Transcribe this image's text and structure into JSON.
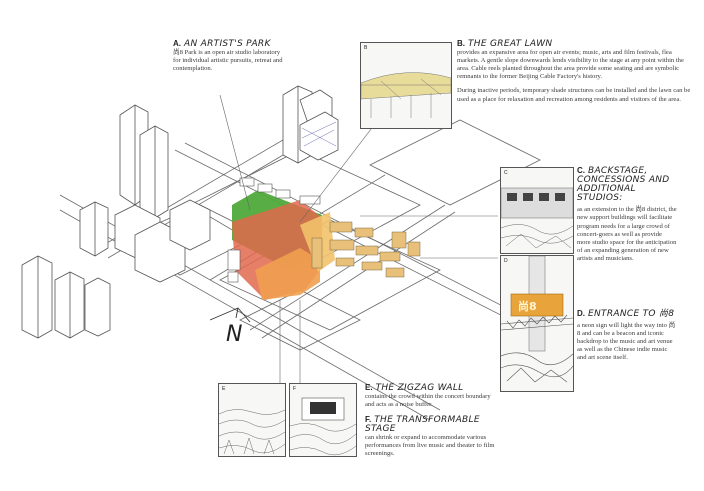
{
  "north": "N",
  "blocks": {
    "a": {
      "letter": "A.",
      "title": "AN ARTIST'S PARK",
      "body": "尚8 Park is an open air studio laboratory for individual artistic pursuits, retreat and contemplation."
    },
    "b": {
      "letter": "B.",
      "title": "THE GREAT LAWN",
      "body1": "provides an expansive area for open air events; music, arts and film festivals, flea markets. A gentle slope downwards lends visibility to the stage at any point within the area. Cable reels planted throughout the area provide some seating and are symbolic remnants to the former Beijing Cable Factory's history.",
      "body2": "During inactive periods, temporary shade structures can be installed and the lawn can be used as a place for relaxation and recreation among residents and visitors of the area."
    },
    "c": {
      "letter": "C.",
      "title": "BACKSTAGE, CONCESSIONS AND ADDITIONAL STUDIOS:",
      "body": "as an extension to the 尚8 district, the new support buildings will facilitate program needs for a large crowd of concert-goers as well as provide more studio space for the anticipation of an expanding generation of new artists and musicians."
    },
    "d": {
      "letter": "D.",
      "title": "ENTRANCE TO 尚8",
      "body": "a neon sign will light the way into 尚8 and can be a beacon and iconic backdrop to the music and art venue as well as the Chinese indie music and art scene itself."
    },
    "e": {
      "letter": "E.",
      "title": "THE ZIGZAG WALL",
      "body": "contains the crowd within the concert boundary and acts as a noise buffer."
    },
    "f": {
      "letter": "F.",
      "title": "THE TRANSFORMABLE STAGE",
      "body": "can shrink or expand to accommodate various performances from live music and theater to film screenings."
    }
  },
  "panels": {
    "b": "B",
    "c": "C",
    "d": "D",
    "e": "E",
    "f": "F"
  },
  "sign_text": "尚8",
  "colors": {
    "lawn_green": "#4faa3a",
    "zone_red": "#e2684e",
    "zone_orange": "#f0a050",
    "building_tan": "#e8c07a",
    "lawn_yellow": "#e8dc9a"
  }
}
